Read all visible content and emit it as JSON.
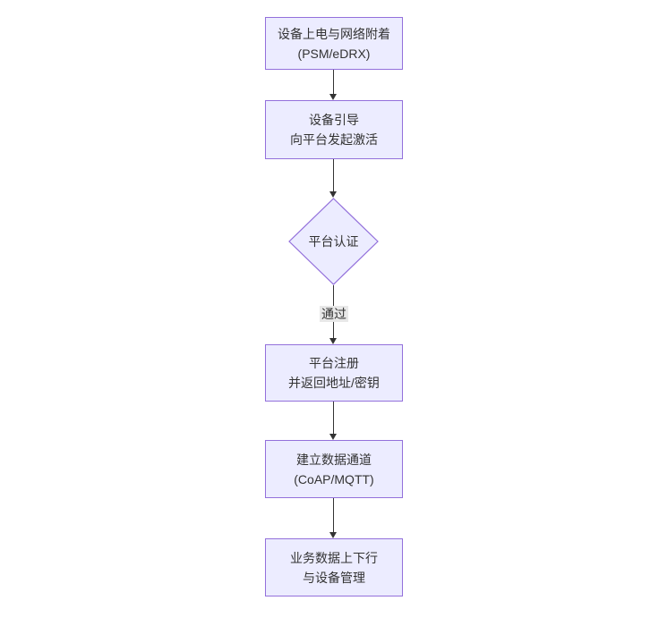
{
  "diagram": {
    "type": "flowchart-top-down",
    "colors": {
      "background": "#ffffff",
      "node_fill": "#ECECFF",
      "node_border": "#9370DB",
      "text": "#333333",
      "arrow": "#333333",
      "edge_label_bg": "#e8e8e8"
    }
  },
  "nodes": [
    {
      "id": "power-attach",
      "shape": "rect",
      "lines": [
        "设备上电与网络附着",
        "(PSM/eDRX)"
      ]
    },
    {
      "id": "bootstrap",
      "shape": "rect",
      "lines": [
        "设备引导",
        "向平台发起激活"
      ]
    },
    {
      "id": "platform-auth",
      "shape": "diamond",
      "lines": [
        "平台认证"
      ]
    },
    {
      "id": "register",
      "shape": "rect",
      "lines": [
        "平台注册",
        "并返回地址/密钥"
      ]
    },
    {
      "id": "data-channel",
      "shape": "rect",
      "lines": [
        "建立数据通道",
        "(CoAP/MQTT)"
      ]
    },
    {
      "id": "business",
      "shape": "rect",
      "lines": [
        "业务数据上下行",
        "与设备管理"
      ]
    }
  ],
  "edges": [
    {
      "from": "power-attach",
      "to": "bootstrap",
      "label": ""
    },
    {
      "from": "bootstrap",
      "to": "platform-auth",
      "label": ""
    },
    {
      "from": "platform-auth",
      "to": "register",
      "label": "通过"
    },
    {
      "from": "register",
      "to": "data-channel",
      "label": ""
    },
    {
      "from": "data-channel",
      "to": "business",
      "label": ""
    }
  ]
}
